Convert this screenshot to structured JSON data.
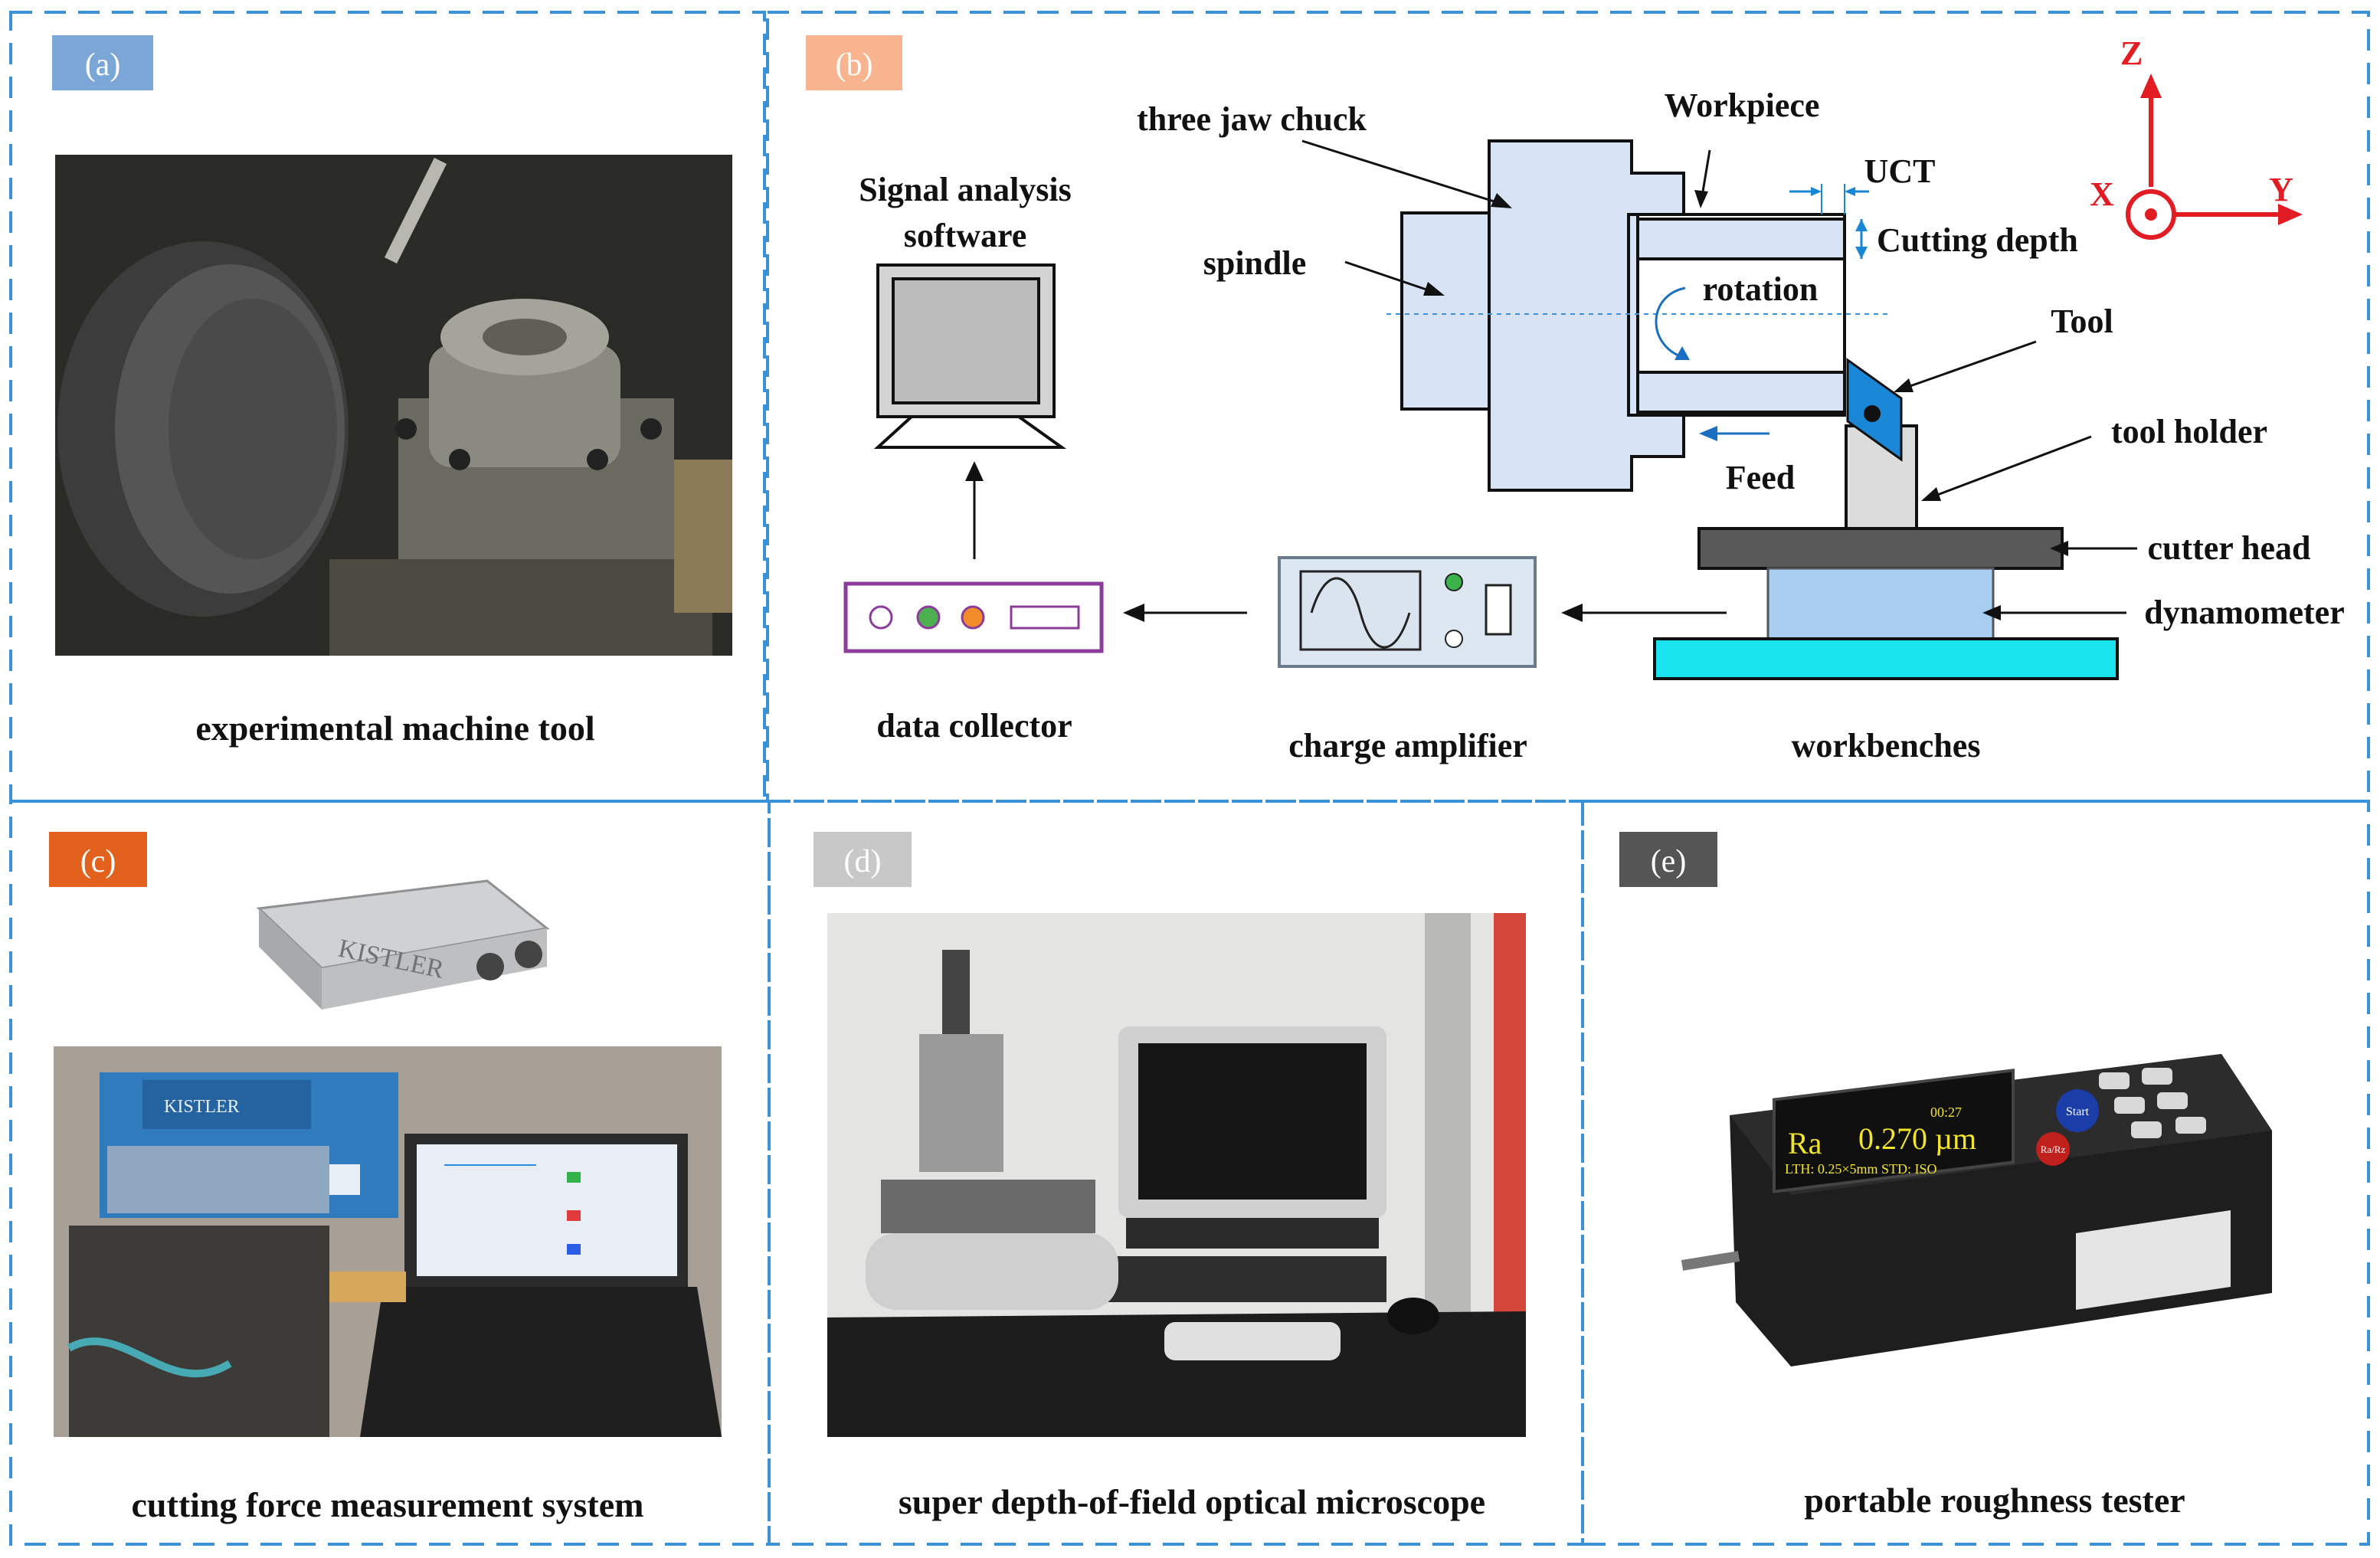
{
  "panels": {
    "a": {
      "badge": "(a)",
      "badge_color": "#7aa6d8",
      "caption": "experimental machine tool"
    },
    "b": {
      "badge": "(b)",
      "badge_color": "#f7b48e",
      "labels": {
        "three_jaw_chuck": "three jaw chuck",
        "workpiece": "Workpiece",
        "uct": "UCT",
        "cutting_depth": "Cutting depth",
        "signal_analysis_1": "Signal analysis",
        "signal_analysis_2": "software",
        "spindle": "spindle",
        "rotation": "rotation",
        "tool": "Tool",
        "tool_holder": "tool holder",
        "feed": "Feed",
        "cutter_head": "cutter head",
        "dynamometer": "dynamometer",
        "data_collector": "data collector",
        "charge_amplifier": "charge amplifier",
        "workbenches": "workbenches"
      },
      "axes": {
        "z": "Z",
        "x": "X",
        "y": "Y",
        "color": "#e31b23"
      }
    },
    "c": {
      "badge": "(c)",
      "badge_color": "#e2611c",
      "caption": "cutting force measurement system",
      "brand": "KISTLER"
    },
    "d": {
      "badge": "(d)",
      "badge_color": "#c8c8c8",
      "caption": "super depth-of-field optical microscope"
    },
    "e": {
      "badge": "(e)",
      "badge_color": "#555555",
      "caption": "portable roughness tester",
      "screen": {
        "param": "Ra",
        "value": "0.270 µm",
        "line2": "LTH: 0.25×5mm STD: ISO",
        "clock": "00:27"
      },
      "button_start": "Start",
      "button_mode": "Ra/Rz"
    }
  },
  "colors": {
    "border": "#3a93d8",
    "part_fill": "#d8e3f5",
    "tool_blue": "#1a86d6",
    "dyn_fill": "#a9cdf0",
    "bench_fill": "#19e3ec",
    "cutter_fill": "#595959"
  }
}
